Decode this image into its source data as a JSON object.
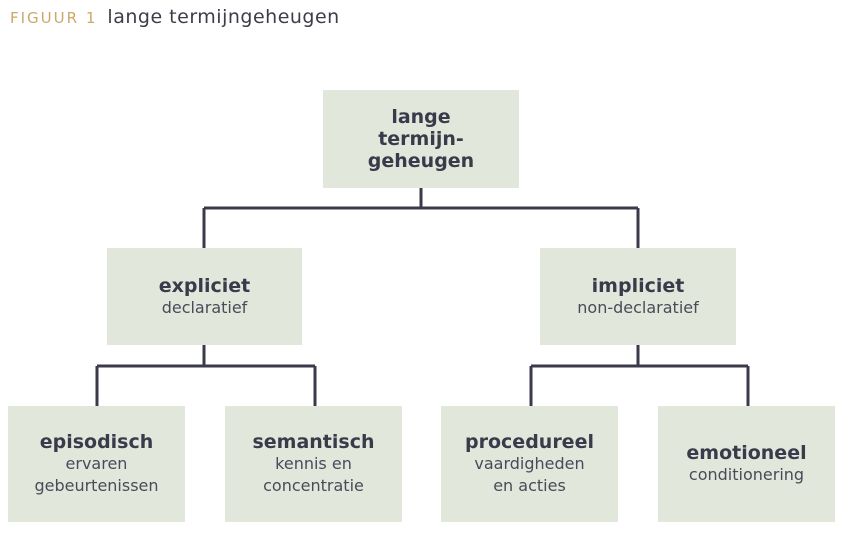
{
  "caption": {
    "figure_label": "FIGUUR 1",
    "title": "lange termijngeheugen"
  },
  "colors": {
    "box_fill": "#e2e7dc",
    "connector": "#3a3a4a",
    "figure_label": "#c9a86a",
    "text": "#3d3d4a"
  },
  "nodes": {
    "root": {
      "title": "lange\ntermijn-\ngeheugen",
      "sub": ""
    },
    "explicit": {
      "title": "expliciet",
      "sub": "declaratief"
    },
    "implicit": {
      "title": "impliciet",
      "sub": "non-declaratief"
    },
    "episodic": {
      "title": "episodisch",
      "sub": "ervaren\ngebeurtenissen"
    },
    "semantic": {
      "title": "semantisch",
      "sub": "kennis en\nconcentratie"
    },
    "procedural": {
      "title": "procedureel",
      "sub": "vaardigheden\nen acties"
    },
    "emotional": {
      "title": "emotioneel",
      "sub": "conditionering"
    }
  }
}
